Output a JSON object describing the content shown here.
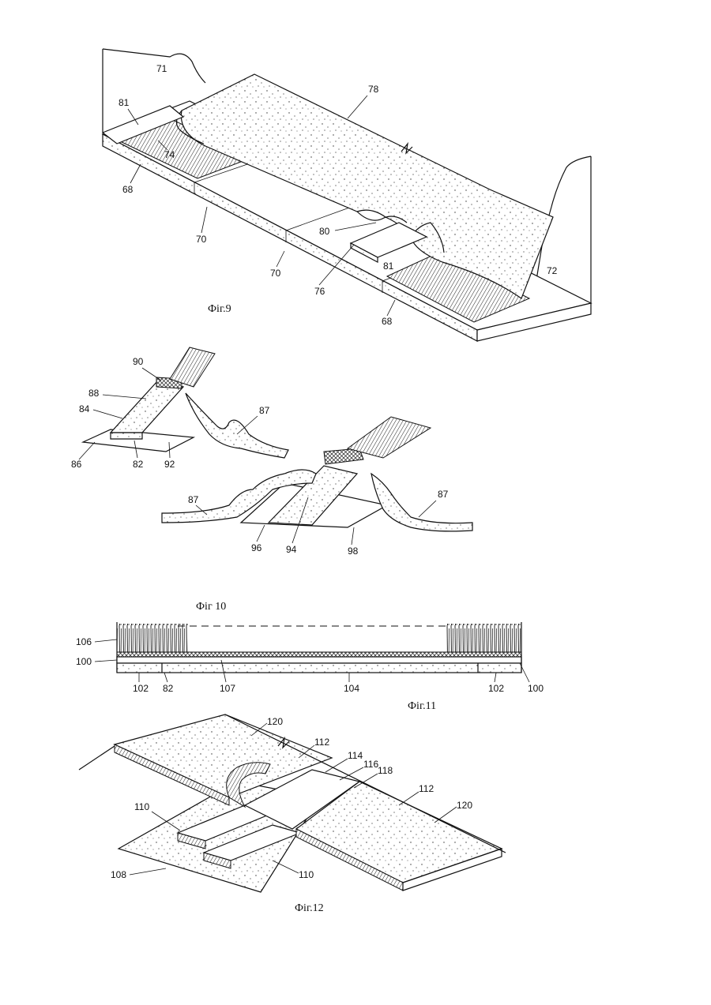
{
  "figures": [
    {
      "caption": "Фіг.9",
      "labels": [
        "71",
        "78",
        "81",
        "74",
        "68",
        "70",
        "80",
        "70",
        "81",
        "76",
        "68",
        "72"
      ]
    },
    {
      "caption": "Фіг 10",
      "labels": [
        "90",
        "88",
        "84",
        "87",
        "86",
        "82",
        "92",
        "87",
        "87",
        "96",
        "94",
        "98"
      ]
    },
    {
      "caption": "Фіг.11",
      "labels": [
        "106",
        "100",
        "102",
        "82",
        "107",
        "104",
        "102",
        "100"
      ]
    },
    {
      "caption": "Фіг.12",
      "labels": [
        "120",
        "112",
        "114",
        "116",
        "118",
        "112",
        "120",
        "110",
        "108",
        "110"
      ]
    }
  ]
}
